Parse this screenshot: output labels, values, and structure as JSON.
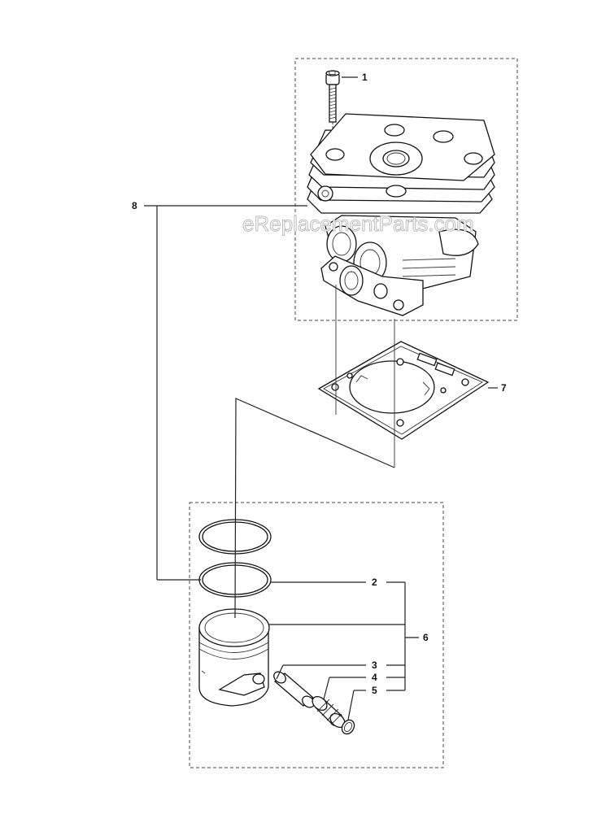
{
  "watermark": "eReplacementParts.com",
  "callouts": {
    "c1": "1",
    "c2": "2",
    "c3": "3",
    "c4": "4",
    "c5": "5",
    "c6": "6",
    "c7": "7",
    "c8": "8"
  },
  "icons": {
    "cylinder": "cylinder-icon",
    "bolt": "bolt-icon",
    "gasket": "gasket-icon",
    "piston": "piston-icon",
    "rings": "piston-ring-icon",
    "pin": "piston-pin-icon",
    "bearing": "needle-bearing-icon",
    "circlip": "circlip-icon"
  }
}
